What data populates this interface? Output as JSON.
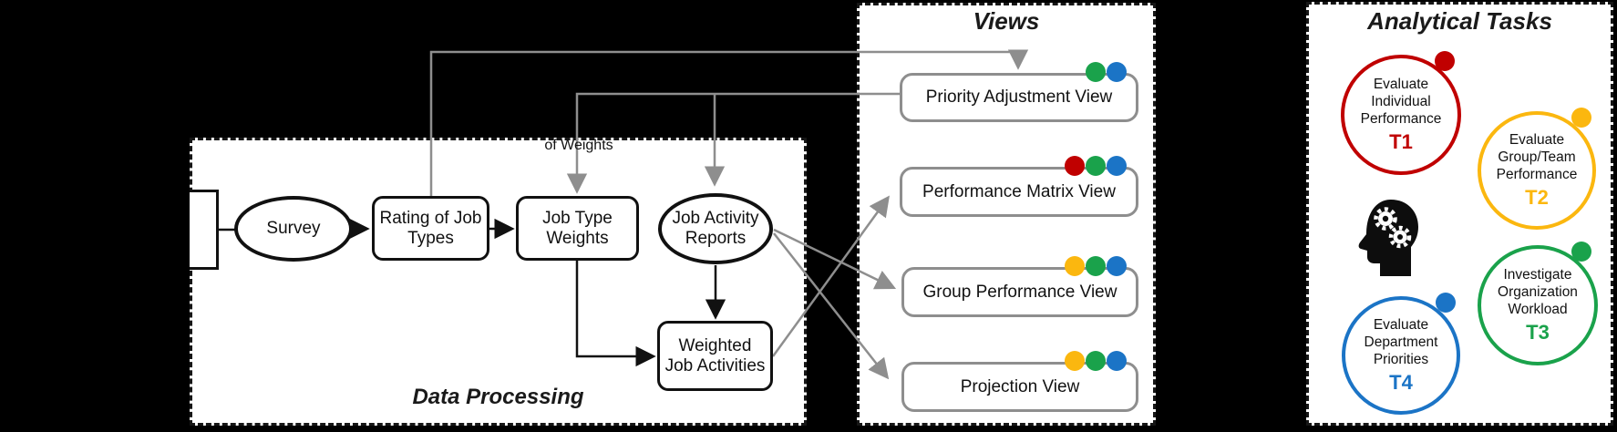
{
  "palette": {
    "red": "#C00000",
    "yellow": "#FBB70F",
    "green": "#1AA24B",
    "blue": "#1B74C6",
    "gray": "#8E8E8E",
    "ink": "#111111"
  },
  "panels": {
    "data_processing": {
      "title": "Data Processing"
    },
    "views": {
      "title": "Views"
    },
    "analytical_tasks": {
      "title": "Analytical Tasks"
    }
  },
  "nodes": {
    "survey": {
      "label": "Survey",
      "shape": "ellipse"
    },
    "rating_of_job_types": {
      "label": "Rating of Job\nTypes",
      "shape": "rounded-rect"
    },
    "job_type_weights": {
      "label": "Job Type\nWeights",
      "shape": "rounded-rect"
    },
    "job_activity_reports": {
      "label": "Job Activity\nReports",
      "shape": "ellipse"
    },
    "weighted_job_activities": {
      "label": "Weighted\nJob Activities",
      "shape": "rounded-rect"
    }
  },
  "edge_labels": {
    "weights_feedback": "of Weights"
  },
  "views": [
    {
      "label": "Priority Adjustment View",
      "dots": [
        "green",
        "blue"
      ]
    },
    {
      "label": "Performance Matrix View",
      "dots": [
        "red",
        "green",
        "blue"
      ]
    },
    {
      "label": "Group Performance View",
      "dots": [
        "yellow",
        "green",
        "blue"
      ]
    },
    {
      "label": "Projection View",
      "dots": [
        "yellow",
        "green",
        "blue"
      ]
    }
  ],
  "tasks": [
    {
      "id": "T1",
      "label": "Evaluate\nIndividual\nPerformance",
      "color": "red"
    },
    {
      "id": "T2",
      "label": "Evaluate\nGroup/Team\nPerformance",
      "color": "yellow"
    },
    {
      "id": "T3",
      "label": "Investigate\nOrganization\nWorkload",
      "color": "green"
    },
    {
      "id": "T4",
      "label": "Evaluate\nDepartment\nPriorities",
      "color": "blue"
    }
  ]
}
